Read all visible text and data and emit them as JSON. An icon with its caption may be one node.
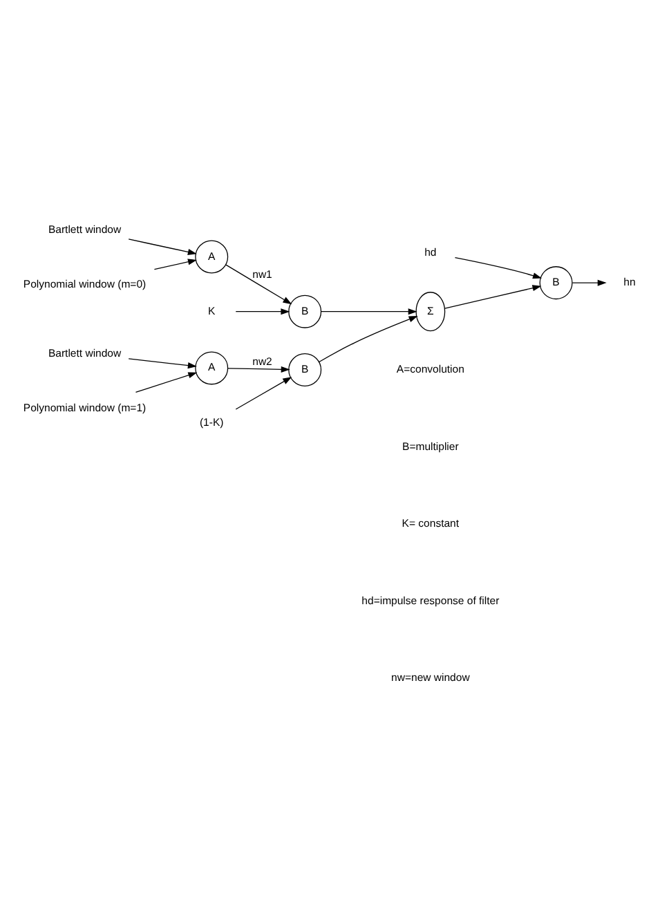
{
  "diagram": {
    "nodes": [
      {
        "text": [
          "Bartlett window"
        ]
      },
      {
        "text": [
          "Polynomial window (m=0)"
        ]
      },
      {
        "text": [
          "A"
        ]
      },
      {
        "text": [
          "K"
        ]
      },
      {
        "text": [
          "B"
        ]
      },
      {
        "text": [
          "hd"
        ]
      },
      {
        "text": [
          "Σ"
        ]
      },
      {
        "text": [
          "B"
        ]
      },
      {
        "text": [
          "hn"
        ]
      },
      {
        "text": [
          "Bartlett window"
        ]
      },
      {
        "text": [
          "Polynomial window (m=1)"
        ]
      },
      {
        "text": [
          "A"
        ]
      },
      {
        "text": [
          "B"
        ]
      },
      {
        "text": [
          "(1-K)"
        ]
      }
    ],
    "edges": [
      {
        "from": 0,
        "to": 2,
        "arrow": "to"
      },
      {
        "from": 1,
        "to": 2,
        "arrow": "to"
      },
      {
        "from": 2,
        "to": 4,
        "label": "nw1",
        "arrow": "to"
      },
      {
        "from": 3,
        "to": 4,
        "arrow": "to"
      },
      {
        "from": 4,
        "to": 6,
        "arrow": "to"
      },
      {
        "from": 5,
        "to": 7,
        "arrow": "to"
      },
      {
        "from": 6,
        "to": 7,
        "arrow": "to"
      },
      {
        "from": 7,
        "to": 8,
        "arrow": "to"
      },
      {
        "from": 9,
        "to": 11,
        "arrow": "to"
      },
      {
        "from": 10,
        "to": 11,
        "arrow": "to"
      },
      {
        "from": 11,
        "to": 12,
        "label": "nw2",
        "arrow": "to"
      },
      {
        "from": 13,
        "to": 12,
        "arrow": "to"
      },
      {
        "from": 12,
        "to": 6,
        "arrow": "to"
      }
    ],
    "labels": [
      "A=convolution",
      "B=multiplier",
      "K= constant",
      "hd=impulse response of filter",
      "nw=new window"
    ]
  }
}
